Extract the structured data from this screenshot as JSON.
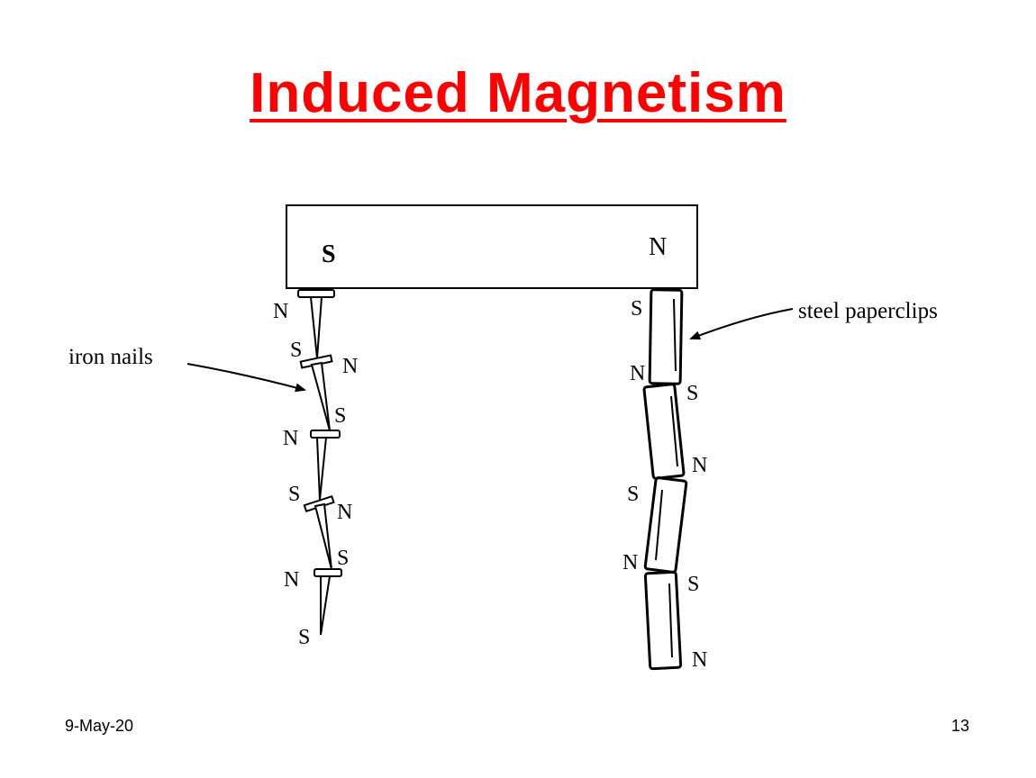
{
  "slide": {
    "title": "Induced Magnetism",
    "date": "9-May-20",
    "page_number": "13"
  },
  "diagram": {
    "magnet": {
      "left_pole": "S",
      "right_pole": "N"
    },
    "labels": {
      "nails": "iron nails",
      "clips": "steel paperclips"
    },
    "nail_poles": [
      "N",
      "S",
      "N",
      "S",
      "N",
      "S",
      "N",
      "S",
      "N",
      "S"
    ],
    "clip_poles": [
      "S",
      "N",
      "S",
      "N",
      "S",
      "N",
      "S",
      "N"
    ],
    "colors": {
      "title": "#ff0000",
      "ink": "#000000"
    }
  }
}
